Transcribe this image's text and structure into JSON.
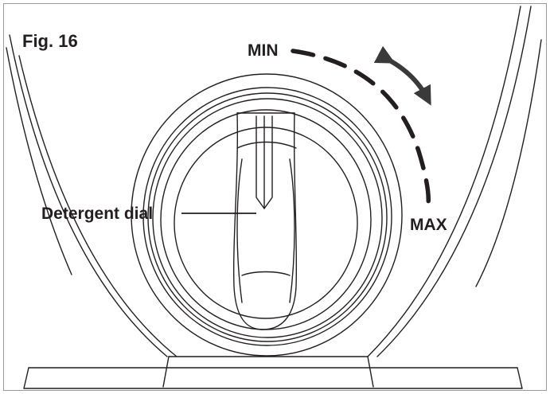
{
  "figure": {
    "label": "Fig. 16",
    "min_label": "MIN",
    "max_label": "MAX",
    "callout_label": "Detergent dial",
    "line_color": "#231f20",
    "background": "#ffffff"
  }
}
